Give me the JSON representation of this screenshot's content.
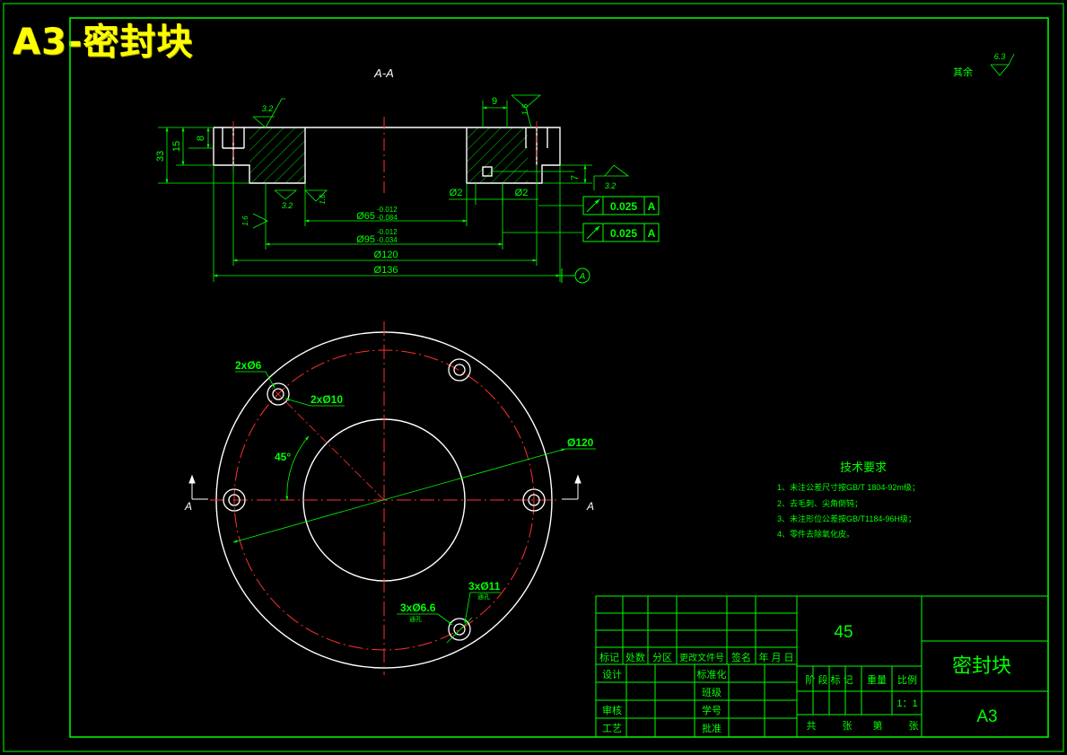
{
  "header_title": "A3-密封块",
  "section_label": "A-A",
  "roughness_rest": {
    "text": "其余",
    "value": "6.3"
  },
  "section_dims": {
    "d9": "9",
    "d16a": "1.6",
    "d32a": "3.2",
    "d8": "8",
    "d15": "15",
    "d33": "33",
    "d7": "7",
    "d32b": "3.2",
    "d32c": "3.2",
    "d16b": "1.6",
    "d16c": "1.6",
    "phi2a": "Ø2",
    "phi2b": "Ø2",
    "phi65": "Ø65",
    "phi65_tol": "-0.012",
    "phi65_tol2": "-0.084",
    "phi95": "Ø95",
    "phi95_tol": "-0.012",
    "phi95_tol2": "-0.034",
    "phi120": "Ø120",
    "phi136": "Ø136"
  },
  "gdt": [
    {
      "value": "0.025",
      "datum": "A"
    },
    {
      "value": "0.025",
      "datum": "A"
    }
  ],
  "datum_label": "A",
  "plan_dims": {
    "holes6": "2xØ6",
    "holes10": "2xØ10",
    "angle": "45°",
    "phi120": "Ø120",
    "holes66": "3xØ6.6",
    "holes11": "3xØ11",
    "through": "通孔",
    "cut_left": "A",
    "cut_right": "A"
  },
  "tech_req": {
    "title": "技术要求",
    "items": [
      "1、未注公差尺寸按GB/T 1804-92m级；",
      "2、去毛刺、尖角倒钝；",
      "3、未注形位公差按GB/T1184-96H级；",
      "4、零件去除氧化皮。"
    ]
  },
  "title_block": {
    "material": "45",
    "part_name": "密封块",
    "sheet": "A3",
    "scale": "1：1",
    "rev_headers": [
      "标记",
      "处数",
      "分区",
      "更改文件号",
      "签名",
      "年 月 日"
    ],
    "row_design": "设计",
    "row_review": "审核",
    "row_process": "工艺",
    "std": "标准化",
    "grade": "班级",
    "student_id": "学号",
    "approve": "批准",
    "stage": "阶 段 标 记",
    "weight": "重量",
    "scale_label": "比例",
    "sheets": [
      "共",
      "张",
      "第",
      "张"
    ]
  }
}
